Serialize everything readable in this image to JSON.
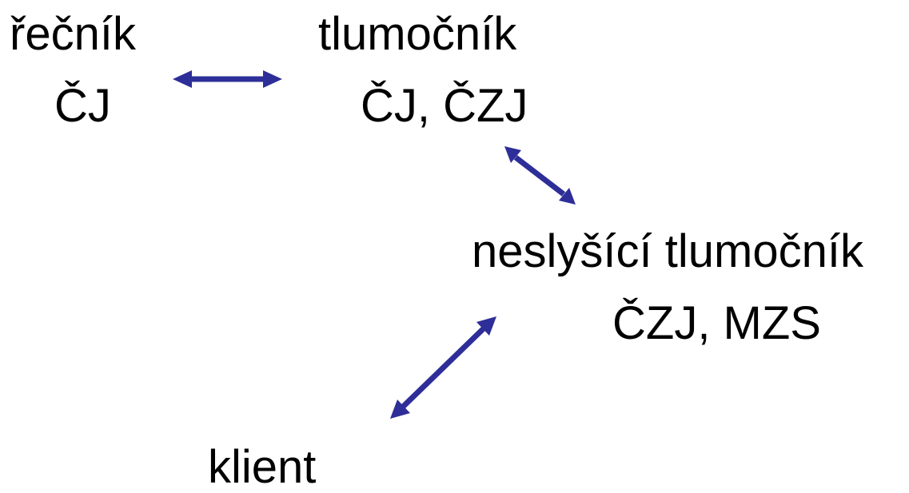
{
  "nodes": {
    "speaker": {
      "role": "řečník",
      "lang": "ČJ"
    },
    "interpreter": {
      "role": "tlumočník",
      "lang": "ČJ, ČZJ"
    },
    "deaf_interpreter": {
      "role": "neslyšící tlumočník",
      "lang": "ČZJ, MZS"
    },
    "client": {
      "role": "klient"
    }
  },
  "colors": {
    "arrow": "#2e2e99",
    "text": "#000000",
    "background": "#ffffff"
  }
}
